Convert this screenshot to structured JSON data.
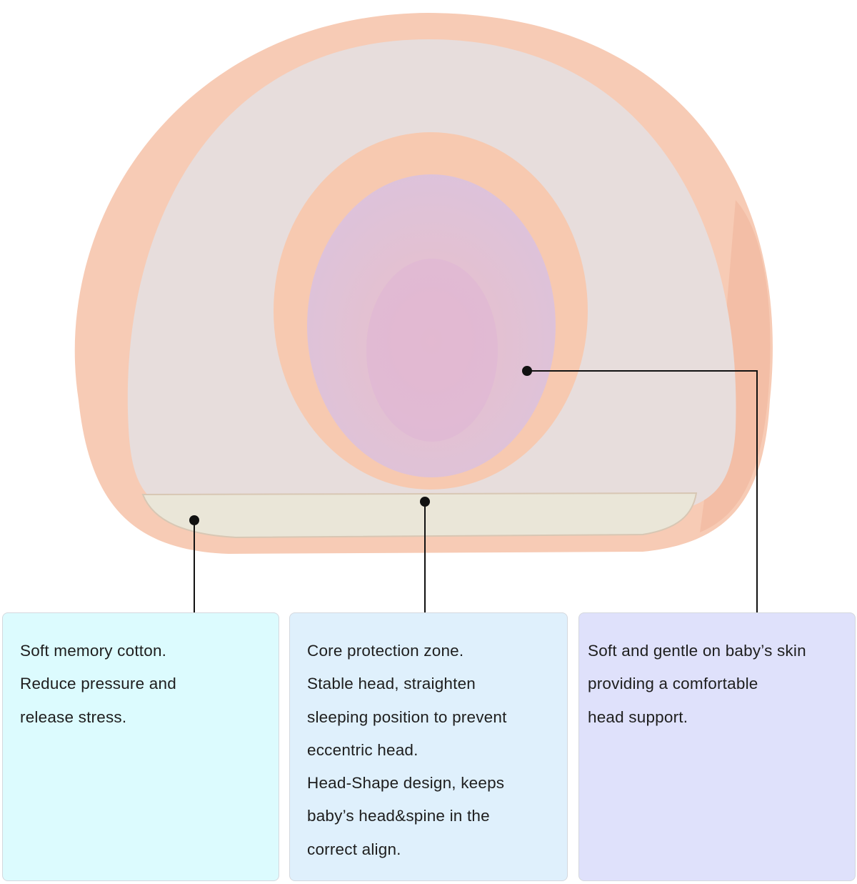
{
  "callouts": [
    {
      "lines": [
        "Soft memory cotton.",
        "Reduce pressure and",
        "release stress."
      ]
    },
    {
      "lines": [
        "Core protection zone.",
        "Stable head, straighten",
        "sleeping position to prevent",
        "eccentric head.",
        "Head-Shape design, keeps",
        "baby’s head&spine in the",
        "correct align."
      ]
    },
    {
      "lines": [
        "Soft and gentle on baby’s skin",
        "providing a comfortable",
        "head support."
      ]
    }
  ],
  "colors": {
    "pillow_peach": "#f6c9b2",
    "pillow_gray": "#e6dcdc",
    "pillow_purple": "#e2c6e0",
    "box1": "#dcfbfe",
    "box2": "#dff0fc",
    "box3": "#dfe1fb"
  }
}
